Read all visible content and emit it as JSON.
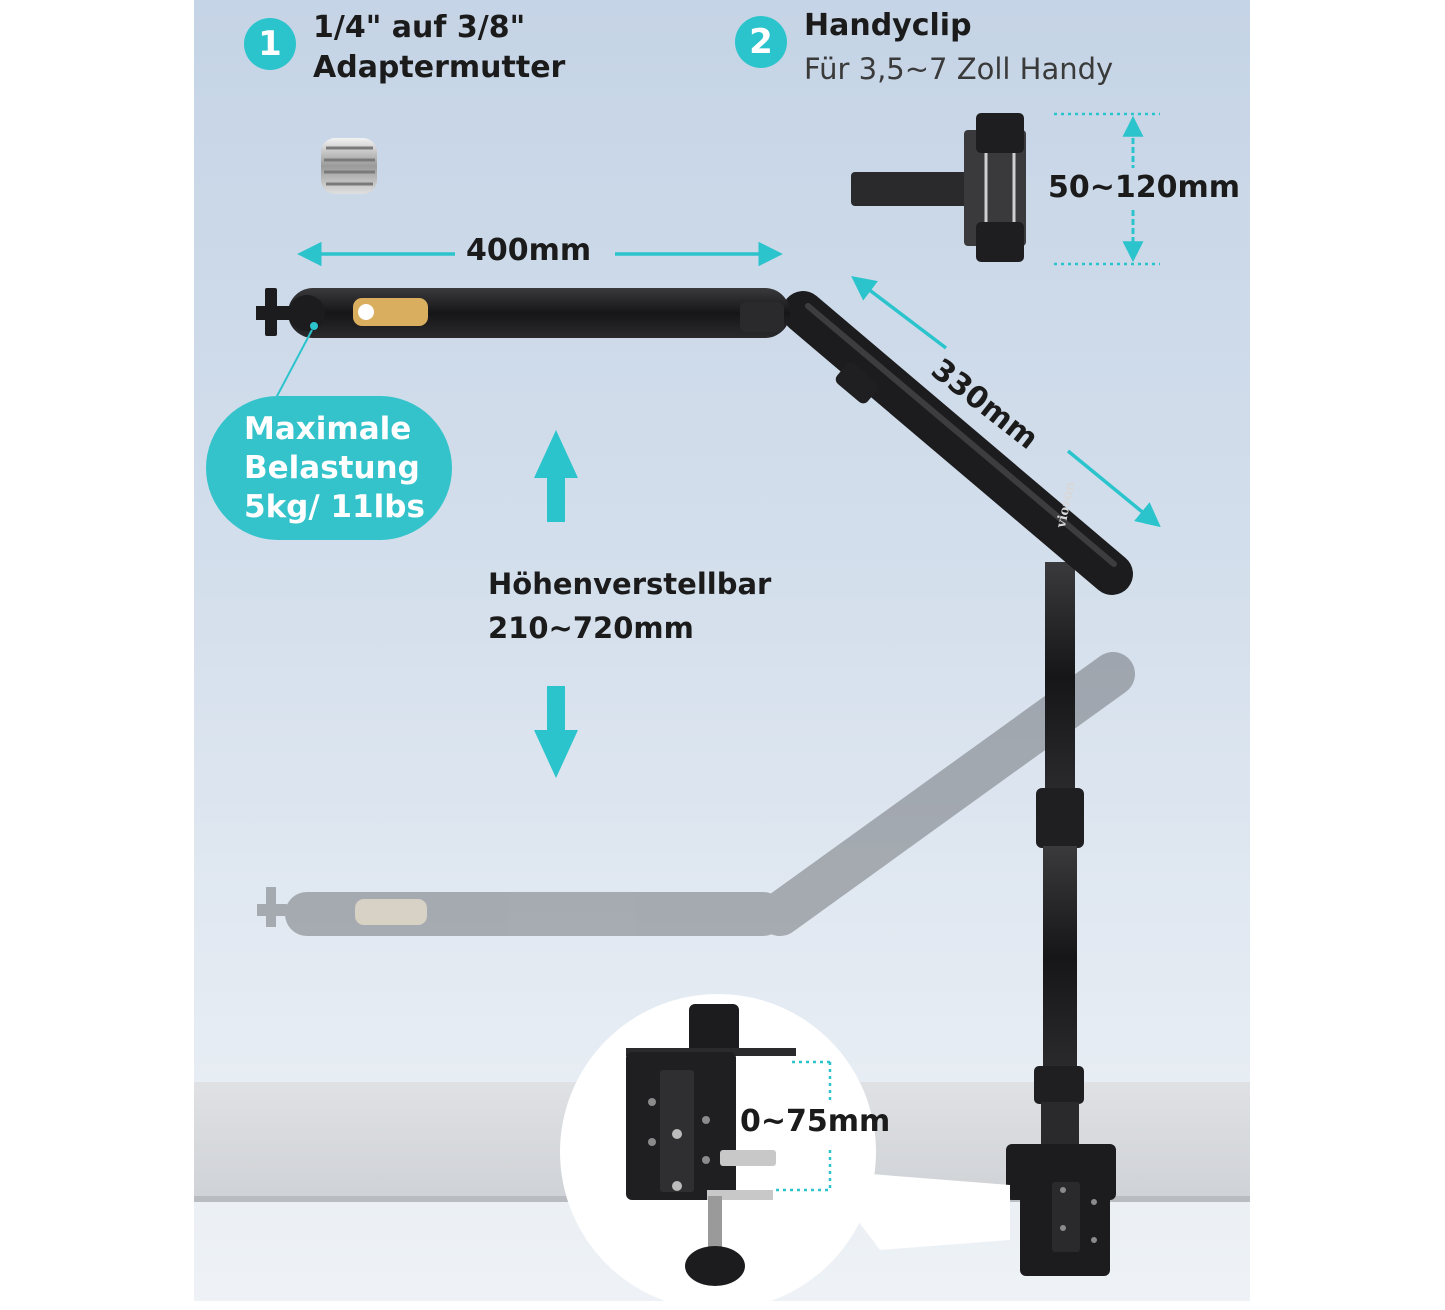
{
  "feature_1": {
    "number": "1",
    "title_line1": "1/4\" auf 3/8\"",
    "title_line2": "Adaptermutter"
  },
  "feature_2": {
    "number": "2",
    "title": "Handyclip",
    "subtitle": "Für 3,5~7 Zoll Handy"
  },
  "dimensions": {
    "clip_height": "50~120mm",
    "arm_length": "400mm",
    "elbow_length": "330mm",
    "clamp_opening": "0~75mm"
  },
  "max_load": {
    "line1": "Maximale",
    "line2": "Belastung",
    "line3": "5kg/ 11lbs"
  },
  "height_adjust": {
    "title": "Höhenverstellbar",
    "range": "210~720mm"
  },
  "brand_logo": "viozon",
  "colors": {
    "accent": "#2cc4cc",
    "arm": "#1c1c1e",
    "background": "#c5d4e6"
  }
}
